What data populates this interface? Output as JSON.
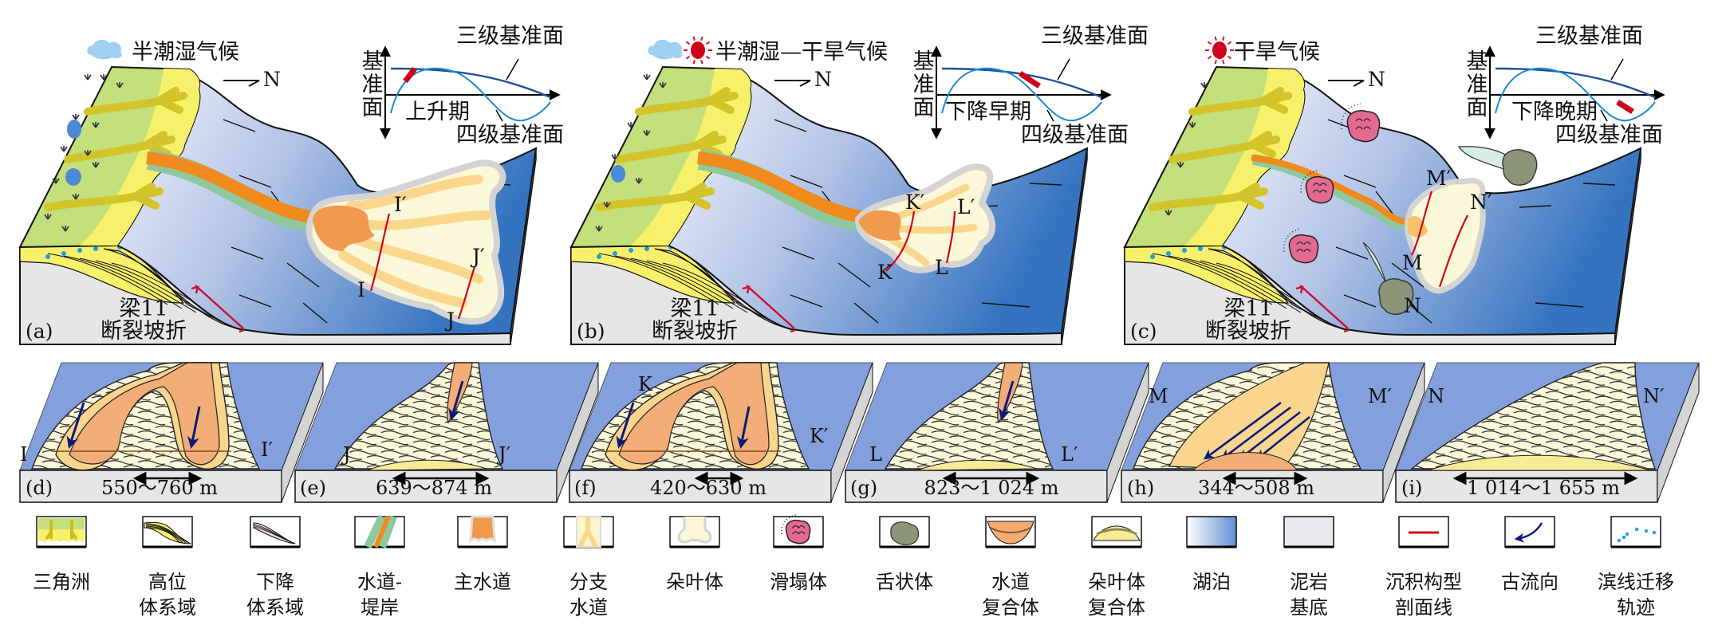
{
  "common": {
    "north": "N",
    "axis_label": "基准面",
    "third_order": "三级基准面",
    "fourth_order": "四级基准面",
    "fault_name": "梁11",
    "fault_desc": "断裂坡折"
  },
  "panels": [
    {
      "label": "(a)",
      "climate": "半潮湿气候",
      "stage": "上升期",
      "p1_start": "I",
      "p1_end": "I′",
      "p2_start": "J",
      "p2_end": "J′",
      "climate_icons": [
        "cloud-icon"
      ]
    },
    {
      "label": "(b)",
      "climate": "半潮湿—干旱气候",
      "stage": "下降早期",
      "p1_start": "K",
      "p1_end": "K′",
      "p2_start": "L",
      "p2_end": "L′",
      "climate_icons": [
        "cloud-icon",
        "sun-icon"
      ]
    },
    {
      "label": "(c)",
      "climate": "干旱气候",
      "stage": "下降晚期",
      "p1_start": "M",
      "p1_end": "M′",
      "p2_start": "N",
      "p2_end": "N′",
      "climate_icons": [
        "sun-icon"
      ]
    }
  ],
  "sections": [
    {
      "label": "(d)",
      "left": "I",
      "right": "I′",
      "range": "550～760 m",
      "type": "double-channel"
    },
    {
      "label": "(e)",
      "left": "J",
      "right": "J′",
      "range": "639～874 m",
      "type": "single-channel"
    },
    {
      "label": "(f)",
      "left": "K",
      "right": "K′",
      "range": "420～630 m",
      "type": "double-channel"
    },
    {
      "label": "(g)",
      "left": "L",
      "right": "L′",
      "range": "823～1 024 m",
      "type": "single-channel"
    },
    {
      "label": "(h)",
      "left": "M",
      "right": "M′",
      "range": "344～508 m",
      "type": "multi-channel"
    },
    {
      "label": "(i)",
      "left": "N",
      "right": "N′",
      "range": "1 014～1 655 m",
      "type": "lobe-sheet"
    }
  ],
  "legend": [
    {
      "line1": "三角洲",
      "line2": "",
      "icon": "delta-icon"
    },
    {
      "line1": "高位",
      "line2": "体系域",
      "icon": "highstand-icon"
    },
    {
      "line1": "下降",
      "line2": "体系域",
      "icon": "falling-stage-icon"
    },
    {
      "line1": "水道-",
      "line2": "堤岸",
      "icon": "channel-levee-icon"
    },
    {
      "line1": "主水道",
      "line2": "",
      "icon": "main-channel-icon"
    },
    {
      "line1": "分支",
      "line2": "水道",
      "icon": "branch-channel-icon"
    },
    {
      "line1": "朵叶体",
      "line2": "",
      "icon": "lobe-icon"
    },
    {
      "line1": "滑塌体",
      "line2": "",
      "icon": "slump-icon"
    },
    {
      "line1": "舌状体",
      "line2": "",
      "icon": "tongue-icon"
    },
    {
      "line1": "水道",
      "line2": "复合体",
      "icon": "channel-complex-icon"
    },
    {
      "line1": "朵叶体",
      "line2": "复合体",
      "icon": "lobe-complex-icon"
    },
    {
      "line1": "湖泊",
      "line2": "",
      "icon": "lake-icon"
    },
    {
      "line1": "泥岩",
      "line2": "基底",
      "icon": "mudstone-icon"
    },
    {
      "line1": "沉积构型",
      "line2": "剖面线",
      "icon": "profile-line-icon"
    },
    {
      "line1": "古流向",
      "line2": "",
      "icon": "paleoflow-icon"
    },
    {
      "line1": "滨线迁移",
      "line2": "轨迹",
      "icon": "shoreline-trajectory-icon"
    }
  ],
  "colors": {
    "delta_green": "#c3df7a",
    "delta_yellow": "#f7f06a",
    "channel_orange": "#f08a1c",
    "levee_green": "#8ec89c",
    "lobe_cream": "#faf8d8",
    "lake_light": "#eef1fa",
    "lake_dark": "#3b76c2",
    "mudstone": "#e6e6e6",
    "profile_red": "#d0021b",
    "flow_navy": "#0a1a78",
    "slump_pink": "#e46a92",
    "tongue_olive": "#8a957a"
  }
}
